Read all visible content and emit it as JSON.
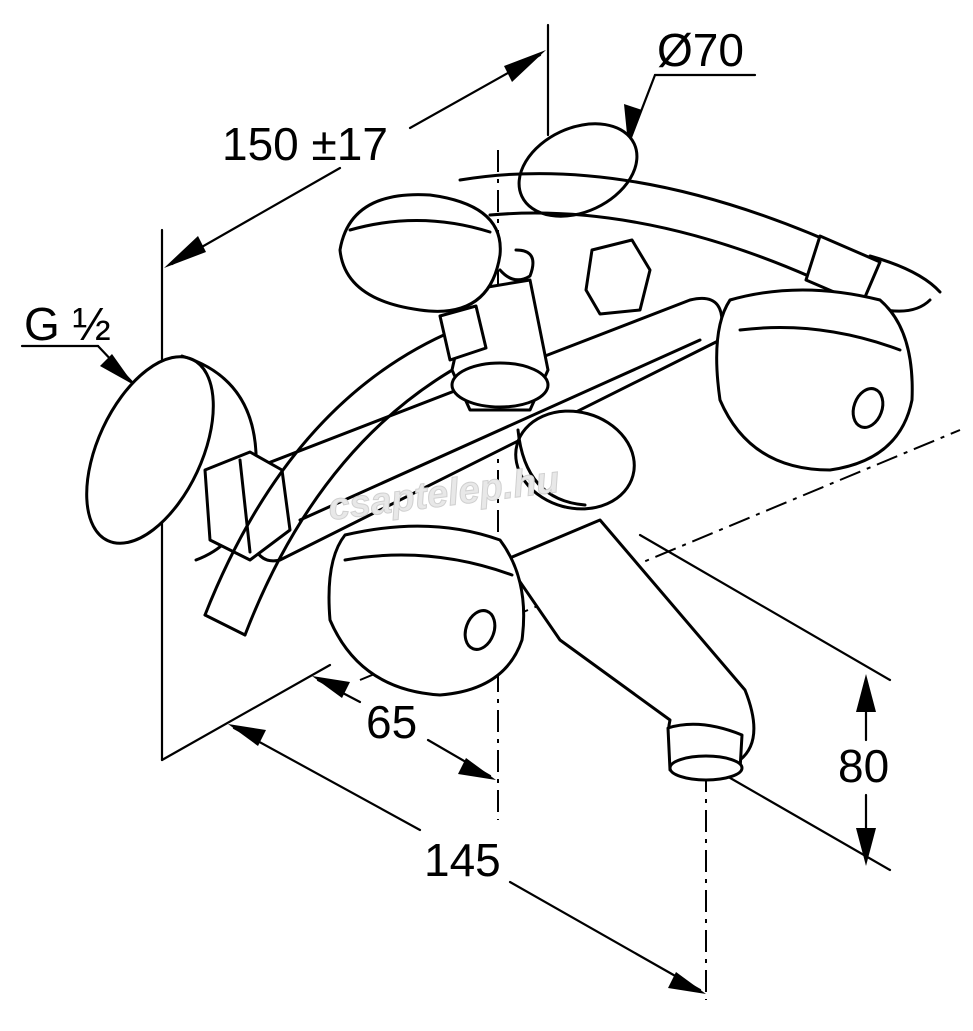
{
  "dimensions": {
    "wall_distance": "150 ±17",
    "rosette_diameter": "Ø70",
    "thread": "G ½",
    "spout_offset": "65",
    "spout_length": "145",
    "spout_height": "80"
  },
  "watermark": "csaptelep.hu"
}
